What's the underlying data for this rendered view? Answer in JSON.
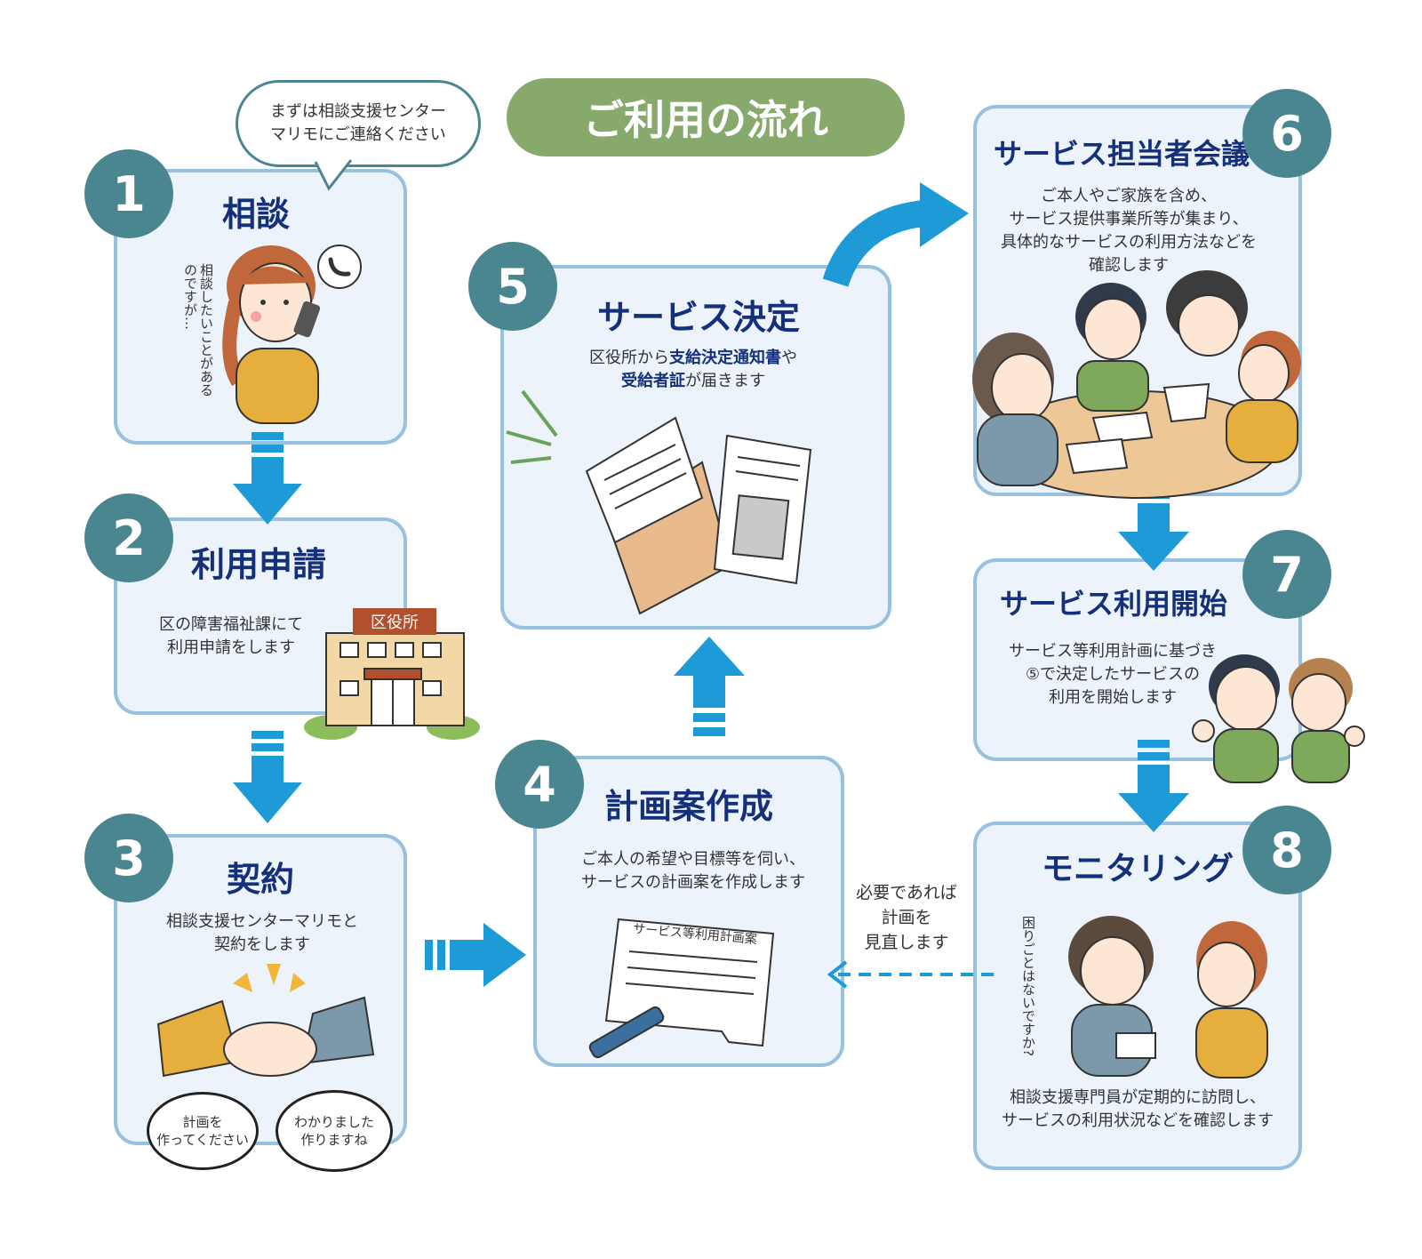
{
  "title": "ご利用の流れ",
  "intro_bubble": {
    "line1": "まずは相談支援センター",
    "line2": "マリモにご連絡ください"
  },
  "steps": [
    {
      "num": "1",
      "heading": "相談",
      "illustration_text": "相談したいことがあるのですが…"
    },
    {
      "num": "2",
      "heading": "利用申請",
      "line1": "区の障害福祉課にて",
      "line2": "利用申請をします",
      "sign": "区役所"
    },
    {
      "num": "3",
      "heading": "契約",
      "line1": "相談支援センターマリモと",
      "line2": "契約をします",
      "bubble_a": [
        "計画を",
        "作ってください"
      ],
      "bubble_b": [
        "わかりました",
        "作りますね"
      ]
    },
    {
      "num": "4",
      "heading": "計画案作成",
      "line1": "ご本人の希望や目標等を伺い、",
      "line2": "サービスの計画案を作成します",
      "doc_title": "サービス等利用計画案"
    },
    {
      "num": "5",
      "heading": "サービス決定",
      "line1_pre": "区役所から",
      "line1_bold": "支給決定通知書",
      "line1_post": "や",
      "line2_bold": "受給者証",
      "line2_post": "が届きます"
    },
    {
      "num": "6",
      "heading": "サービス担当者会議",
      "line1": "ご本人やご家族を含め、",
      "line2": "サービス提供事業所等が集まり、",
      "line3": "具体的なサービスの利用方法などを",
      "line4": "確認します"
    },
    {
      "num": "7",
      "heading": "サービス利用開始",
      "line1": "サービス等利用計画に基づき",
      "line2": "⑤で決定したサービスの",
      "line3": "利用を開始します"
    },
    {
      "num": "8",
      "heading": "モニタリング",
      "line1": "相談支援専門員が定期的に訪問し、",
      "line2": "サービスの利用状況などを確認します",
      "illustration_text": "困りごとはないですか?"
    }
  ],
  "review_note": {
    "line1": "必要であれば",
    "line2": "計画を",
    "line3": "見直します"
  },
  "colors": {
    "accent_blue": "#1e9ad6",
    "teal": "#4a8690",
    "navy": "#14307a",
    "green": "#87a96b",
    "box_border": "#97c1e0",
    "box_fill": "#ecf3fa"
  }
}
